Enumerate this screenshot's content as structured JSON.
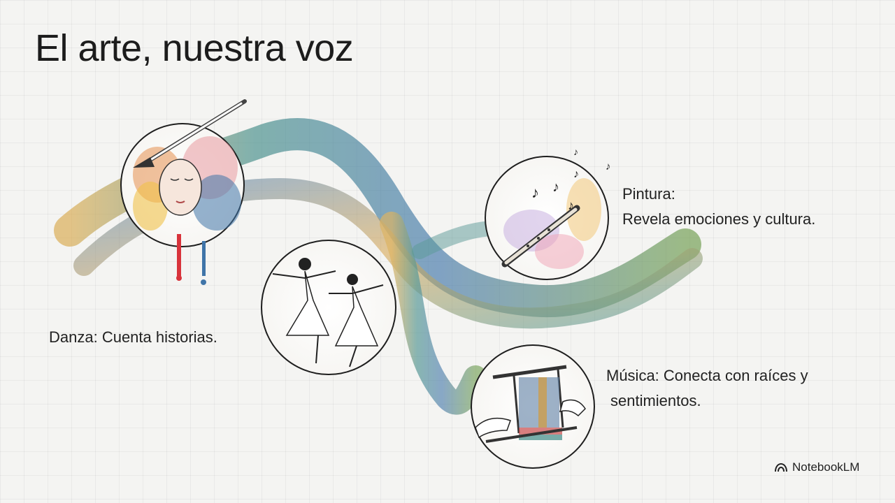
{
  "slide": {
    "title": "El arte, nuestra voz",
    "items": [
      {
        "id": "danza",
        "icon": "dancers-icon",
        "text": "Danza: Cuenta historias."
      },
      {
        "id": "pintura",
        "icon": "flute-icon",
        "line1": "Pintura:",
        "line2": "Revela emociones y cultura."
      },
      {
        "id": "musica",
        "icon": "loom-icon",
        "line1": "Música: Conecta con raíces y",
        "line2": "sentimientos."
      }
    ],
    "painting_icon": "painted-face-icon"
  },
  "brand": {
    "label": "NotebookLM",
    "icon": "notebooklm-logo-icon"
  },
  "colors": {
    "blue": "#3f74a8",
    "teal": "#3f8a86",
    "ochre": "#d39a3a",
    "green": "#6b9a4a"
  }
}
